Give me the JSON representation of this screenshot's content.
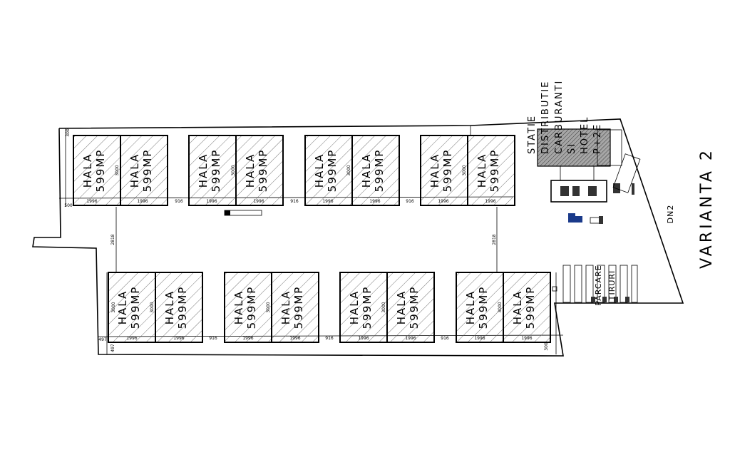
{
  "title": "VARIANTA 2",
  "hall": {
    "line1": "HALA",
    "line2": "599MP"
  },
  "station": {
    "lines": [
      "STATIE",
      "DISTRIBUTIE",
      "CARBURANTI",
      "SI",
      "HOTEL",
      "P+2E"
    ]
  },
  "truck_parking": {
    "line1": "PARCARE",
    "line2": "TIRURI"
  },
  "road_label": "DN2",
  "dimensions": {
    "hall_width": "1996",
    "gap": "916",
    "aisle": "2818",
    "left_top": "500",
    "top_edge": "300",
    "left_bottom": "497",
    "hall_depth": "3000"
  }
}
